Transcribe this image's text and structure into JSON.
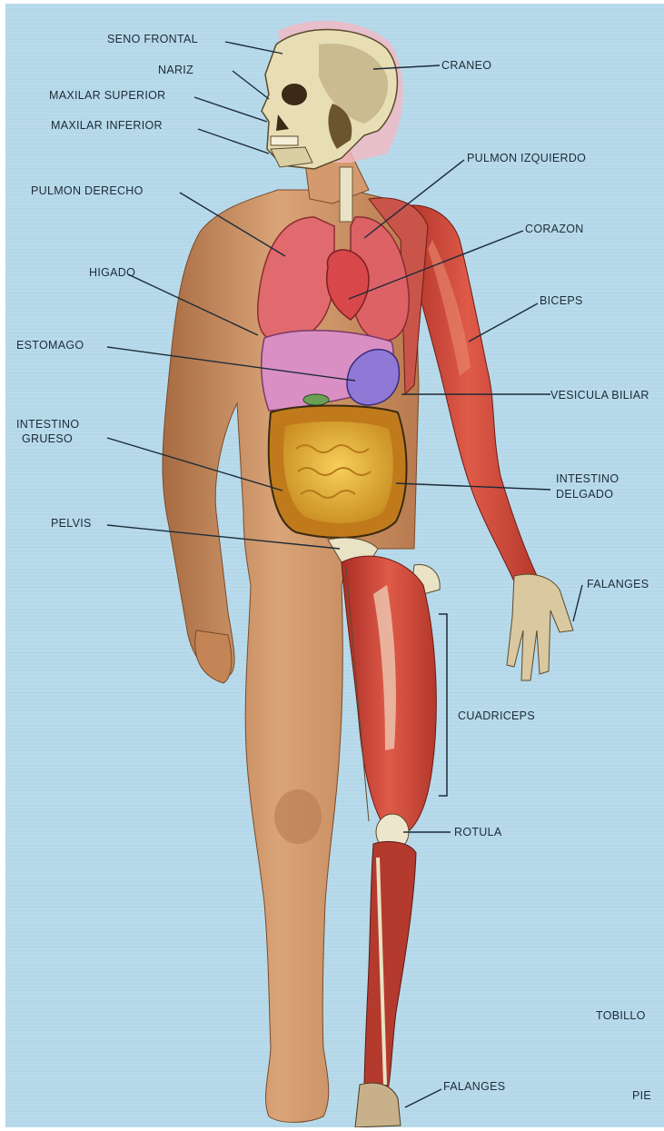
{
  "labels": {
    "seno_frontal": "SENO FRONTAL",
    "nariz": "NARIZ",
    "maxilar_superior": "MAXILAR SUPERIOR",
    "maxilar_inferior": "MAXILAR INFERIOR",
    "craneo": "CRANEO",
    "pulmon_izquierdo": "PULMON IZQUIERDO",
    "pulmon_derecho": "PULMON DERECHO",
    "corazon": "CORAZON",
    "higado": "HIGADO",
    "biceps": "BICEPS",
    "estomago": "ESTOMAGO",
    "vesicula_biliar": "VESICULA BILIAR",
    "intestino_grueso_1": "INTESTINO",
    "intestino_grueso_2": "GRUESO",
    "intestino_delgado_1": "INTESTINO",
    "intestino_delgado_2": "DELGADO",
    "pelvis": "PELVIS",
    "falanges_mano": "FALANGES",
    "cuadriceps": "CUADRICEPS",
    "rotula": "ROTULA",
    "tobillo": "TOBILLO",
    "falanges_pie": "FALANGES",
    "pie": "PIE"
  },
  "colors": {
    "background": "#b4d8e9",
    "skin": "#c98d5e",
    "muscle": "#d24a3c",
    "lung": "#e06a6e",
    "liver": "#d98fc4",
    "stomach": "#8f78d6",
    "intestine": "#e7b83c",
    "bone": "#e9e2c4",
    "leader": "#1d2b38"
  }
}
